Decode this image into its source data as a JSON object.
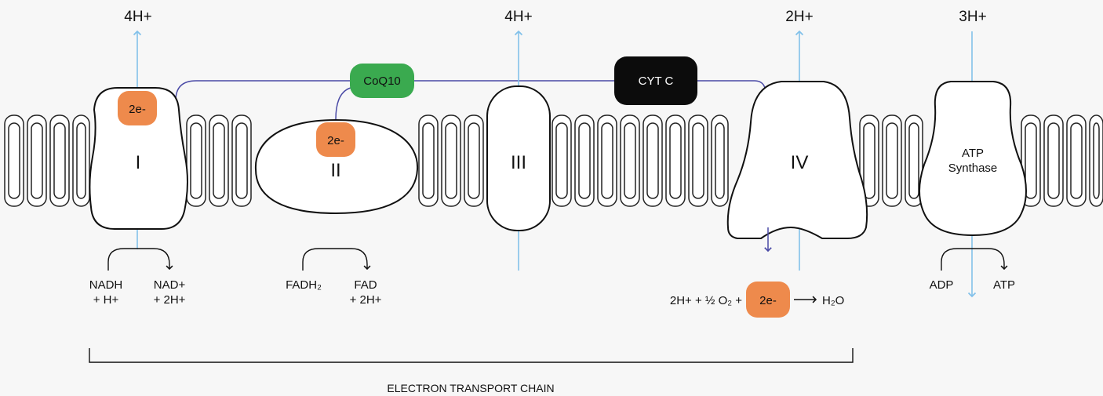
{
  "protons": {
    "complex1": "4H+",
    "complex3": "4H+",
    "complex4": "2H+",
    "atp_synthase": "3H+"
  },
  "complexes": {
    "c1": "I",
    "c2": "II",
    "c3": "III",
    "c4": "IV",
    "atp_synthase_line1": "ATP",
    "atp_synthase_line2": "Synthase"
  },
  "carriers": {
    "coq10": "CoQ10",
    "cytc": "CYT C",
    "electrons": "2e-"
  },
  "reactions": {
    "nadh_line1": "NADH",
    "nadh_line2": "+ H+",
    "nad_line1": "NAD+",
    "nad_line2": "+ 2H+",
    "fadh2": "FADH₂",
    "fad_line1": "FAD",
    "fad_line2": "+ 2H+",
    "oxygen_reactants": "2H+ + ½ O₂ +",
    "water": "H₂O",
    "adp": "ADP",
    "atp": "ATP"
  },
  "caption": "ELECTRON TRANSPORT CHAIN",
  "colors": {
    "electron_badge": "#ee8a4c",
    "coq10": "#3aaa4f",
    "cytc": "#0c0c0c",
    "proton_arrow": "#82c1ea",
    "electron_path": "#4a4aa6"
  }
}
